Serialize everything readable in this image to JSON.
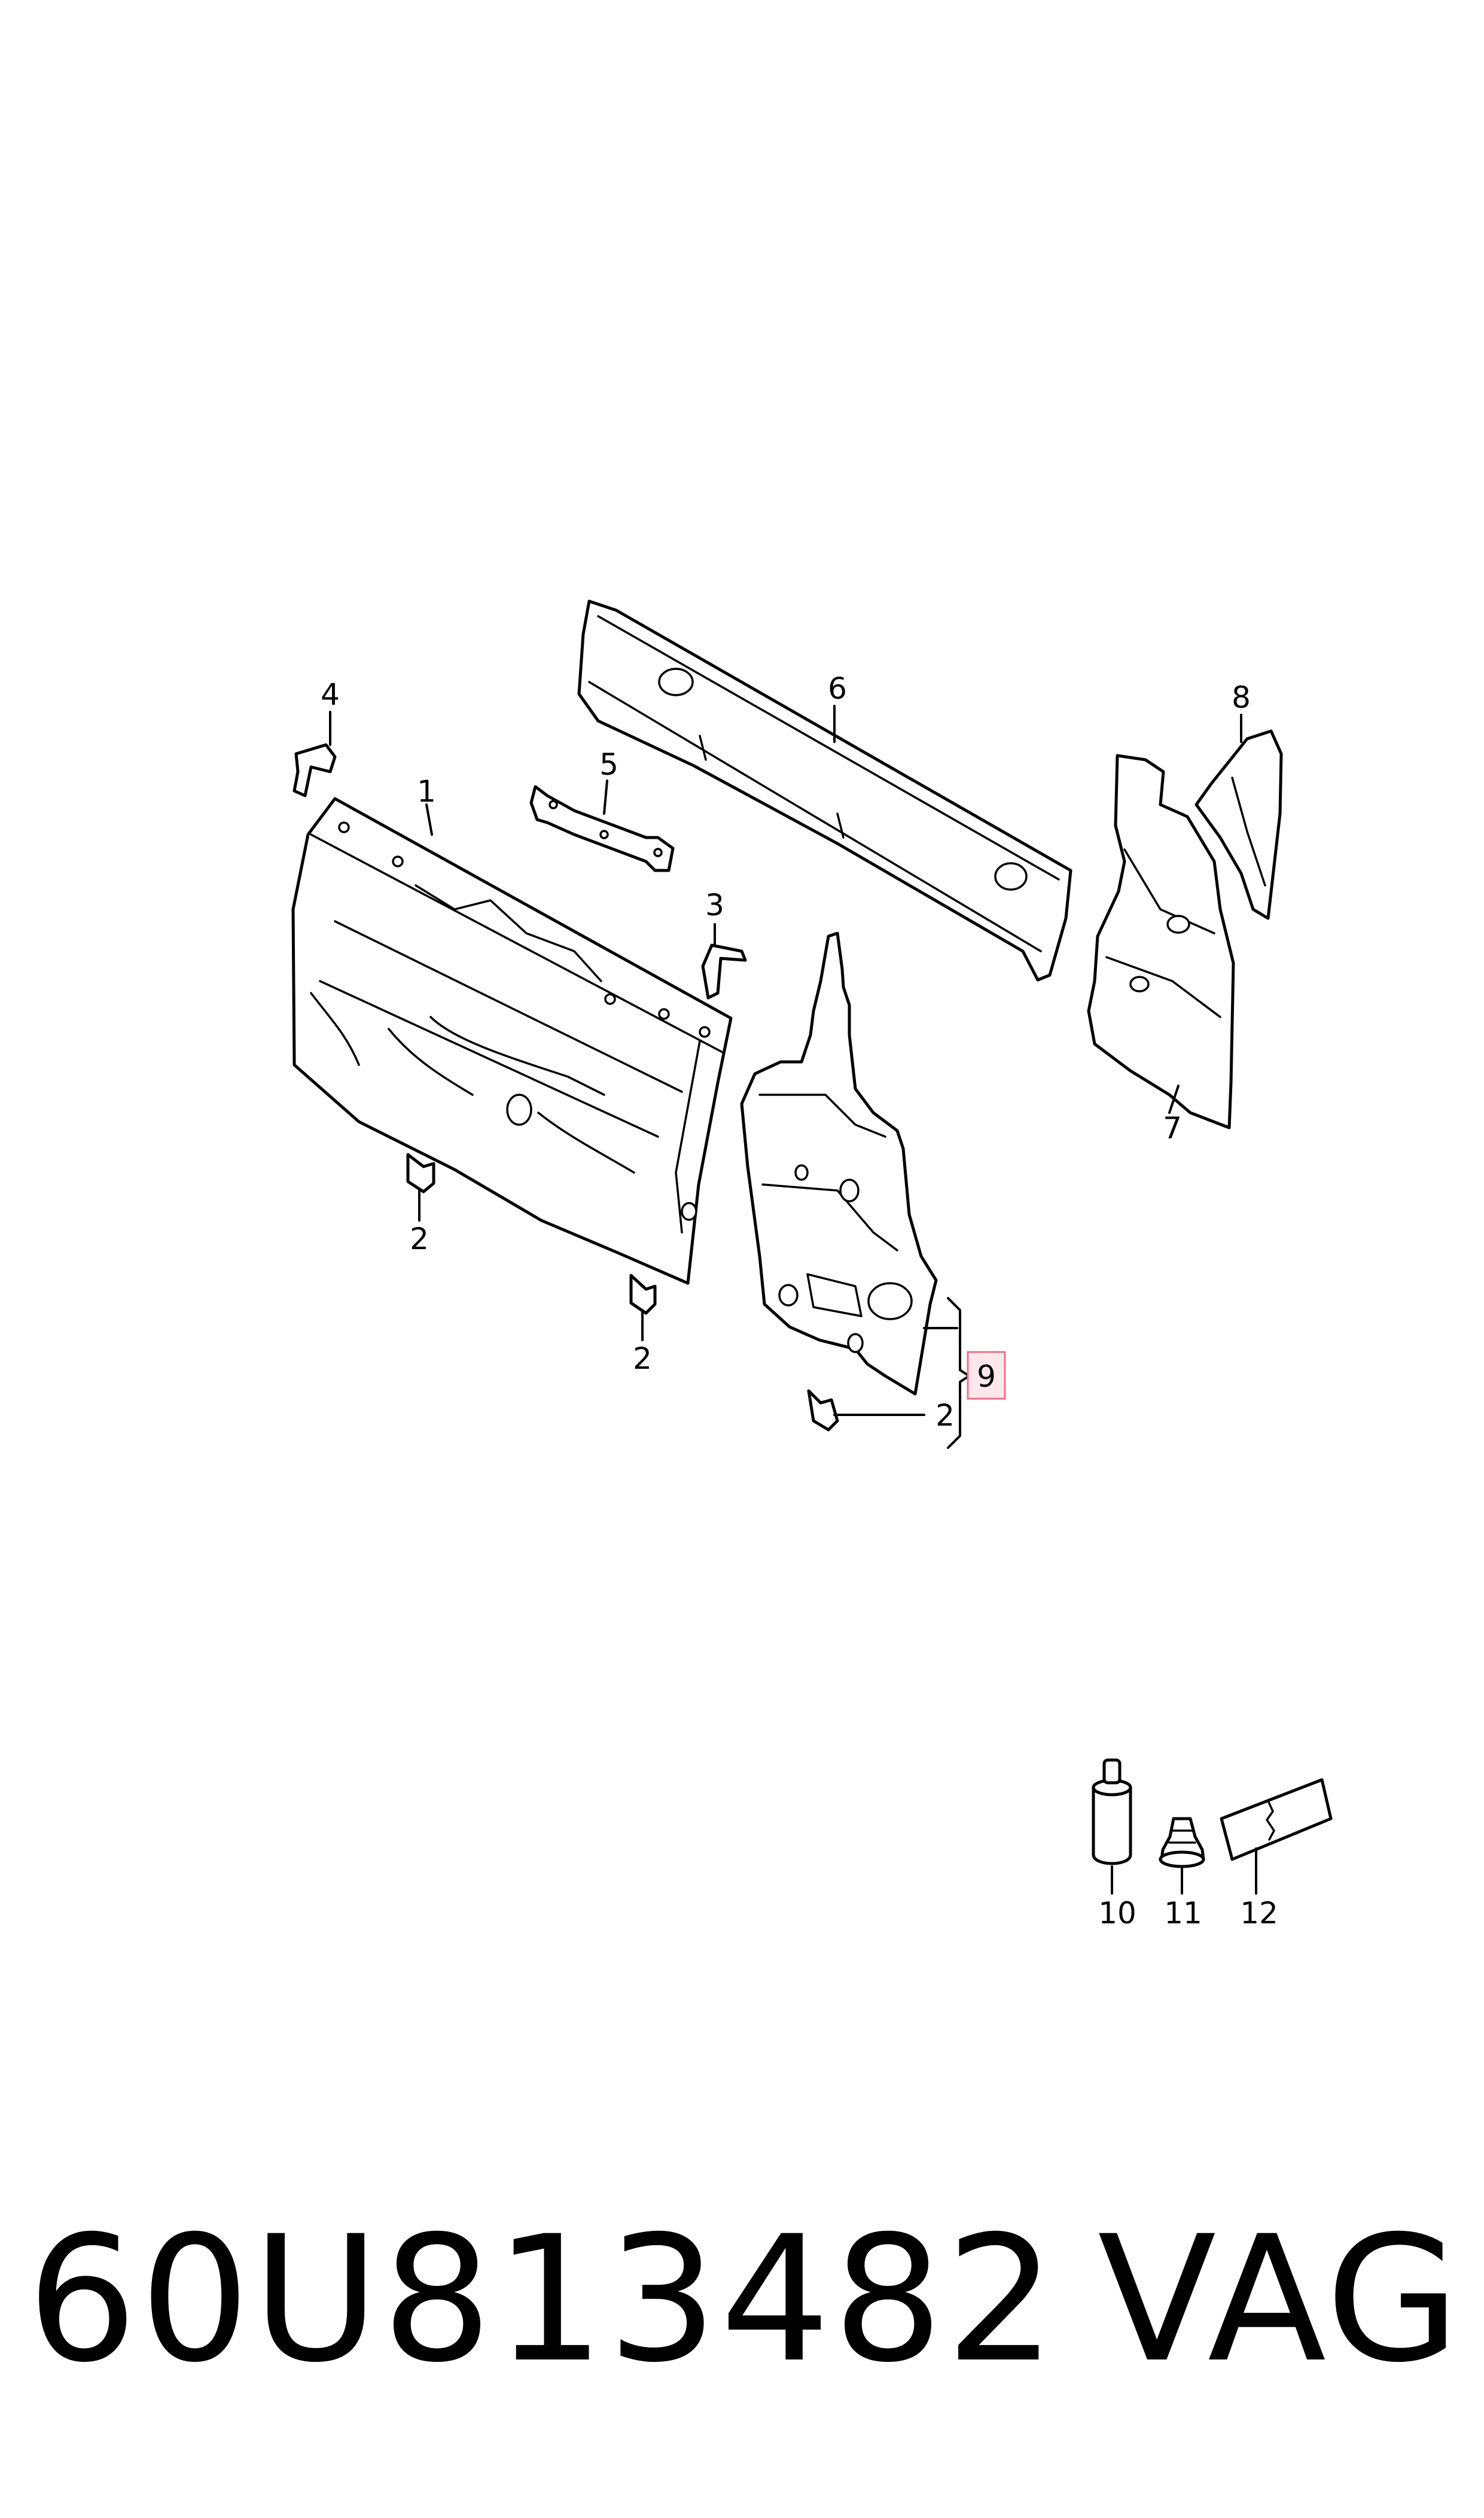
{
  "callouts": {
    "c1": "1",
    "c2a": "2",
    "c2b": "2",
    "c2c": "2",
    "c3": "3",
    "c4": "4",
    "c5": "5",
    "c6": "6",
    "c7": "7",
    "c8": "8",
    "c9": "9",
    "c10": "10",
    "c11": "11",
    "c12": "12"
  },
  "footer": {
    "part_number": "60U813482",
    "brand": "VAG"
  },
  "colors": {
    "highlight_fill": "#fde7ea",
    "highlight_border": "#e8738a"
  }
}
